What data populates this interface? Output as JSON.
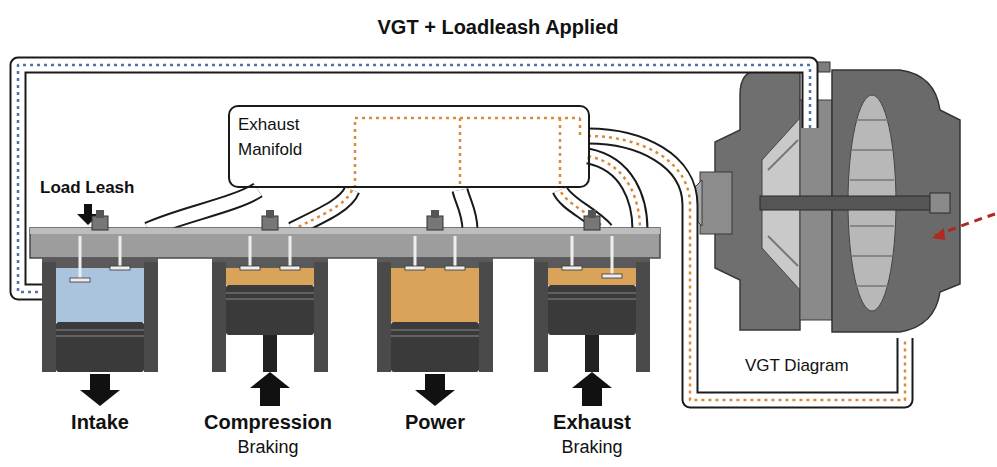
{
  "diagram": {
    "title": "VGT + Loadleash Applied",
    "nodes": [
      {
        "text": [
          "Exhaust Manifold"
        ]
      }
    ],
    "labels": [
      "Load Leash",
      "Intake",
      "Compression",
      "Braking",
      "Power",
      "Exhaust",
      "Braking",
      "VGT Diagram"
    ]
  }
}
